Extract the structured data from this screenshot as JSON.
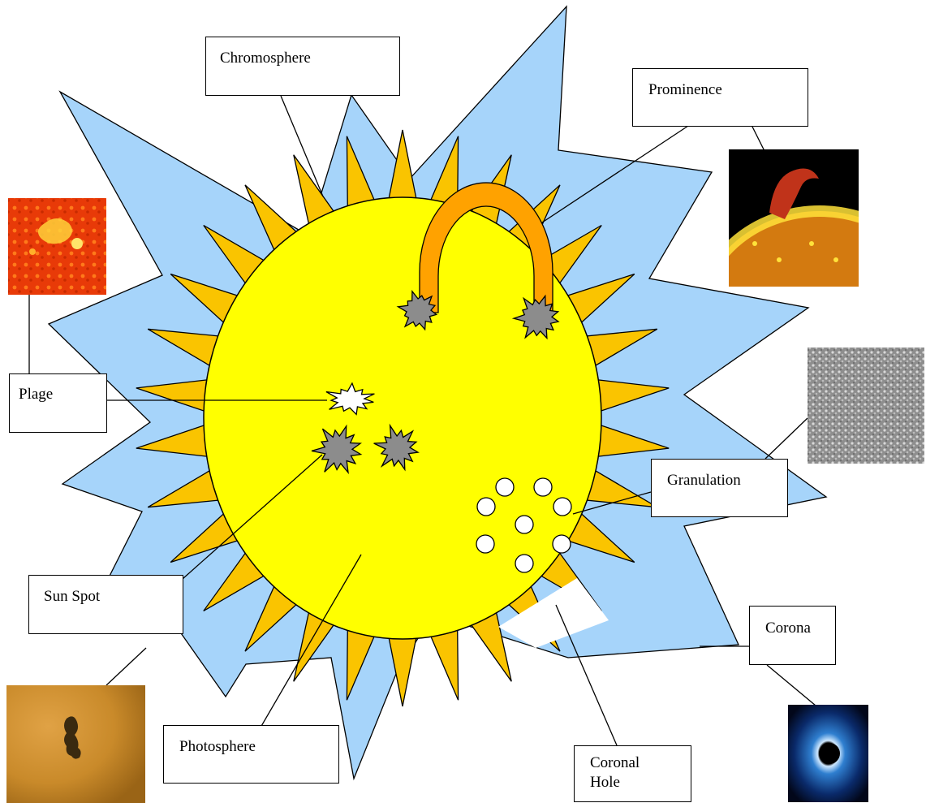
{
  "labels": {
    "chromosphere": "Chromosphere",
    "prominence": "Prominence",
    "plage": "Plage",
    "granulation": "Granulation",
    "sun_spot": "Sun Spot",
    "corona": "Corona",
    "photosphere": "Photosphere",
    "coronal_hole": "Coronal\nHole"
  },
  "colors": {
    "corona": "#a6d4fa",
    "chromosphere_rays": "#fac400",
    "photosphere": "#ffff00",
    "prominence_arch": "#ffa200",
    "sunspot": "#8c8c8c",
    "plage": "#ffffff",
    "line": "#000000"
  },
  "photos": [
    {
      "name": "plage-photo",
      "subject": "plage"
    },
    {
      "name": "prominence-photo",
      "subject": "prominence"
    },
    {
      "name": "granulation-photo",
      "subject": "granulation"
    },
    {
      "name": "sunspot-photo",
      "subject": "sun spot"
    },
    {
      "name": "corona-photo",
      "subject": "corona"
    }
  ]
}
